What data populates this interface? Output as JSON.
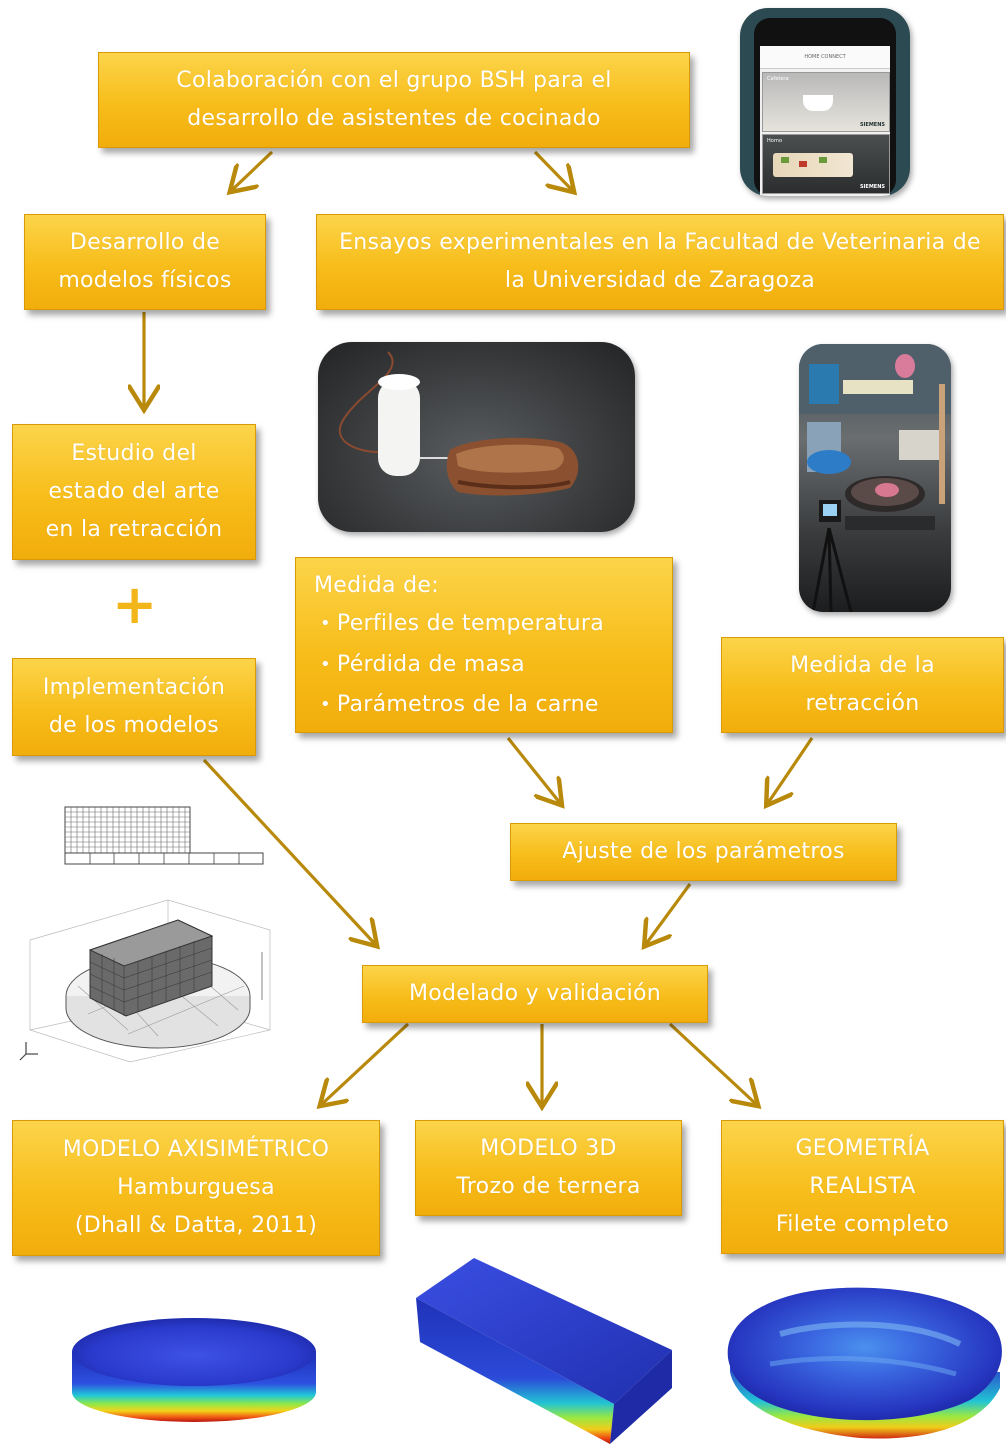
{
  "boxes": {
    "bsh": {
      "lines": [
        "Colaboración con el grupo BSH para el",
        "desarrollo de asistentes de cocinado"
      ]
    },
    "desarrollo": {
      "lines": [
        "Desarrollo de",
        "modelos físicos"
      ]
    },
    "ensayos": {
      "lines": [
        "Ensayos experimentales en la Facultad de Veterinaria de",
        "la Universidad de Zaragoza"
      ]
    },
    "estudio": {
      "lines": [
        "Estudio del",
        "estado del arte",
        "en la retracción"
      ]
    },
    "implementacion": {
      "lines": [
        "Implementación",
        "de los modelos"
      ]
    },
    "medida_de": {
      "title": "Medida de:",
      "bullets": [
        "Perfiles de temperatura",
        "Pérdida de masa",
        "Parámetros de la carne"
      ]
    },
    "medida_retraccion": {
      "lines": [
        "Medida de la",
        "retracción"
      ]
    },
    "ajuste": {
      "lines": [
        "Ajuste de los parámetros"
      ]
    },
    "modelado": {
      "lines": [
        "Modelado y validación"
      ]
    },
    "axisimetrico": {
      "lines": [
        "MODELO AXISIMÉTRICO",
        "Hamburguesa",
        "(Dhall & Datta, 2011)"
      ]
    },
    "modelo3d": {
      "lines": [
        "MODELO 3D",
        "Trozo de ternera"
      ]
    },
    "geometria": {
      "lines": [
        "GEOMETRÍA",
        "REALISTA",
        "Filete completo"
      ]
    }
  },
  "plus_sign": "+",
  "bullet_glyph": "•",
  "phone_screen": {
    "app_title": "HOME CONNECT",
    "items": [
      "Cafetera",
      "Horno"
    ],
    "brand": "SIEMENS"
  },
  "colors": {
    "box_fill": "#f7bd1a",
    "box_text": "#ffffff",
    "arrow": "#b8890a",
    "plus": "#f2b51a"
  },
  "icons": [
    "smartphone-photo",
    "meat-probe-photo",
    "lab-setup-photo",
    "mesh-2d-figure",
    "mesh-3d-figure",
    "burger-heatmap",
    "beef-block-heatmap",
    "steak-heatmap"
  ]
}
